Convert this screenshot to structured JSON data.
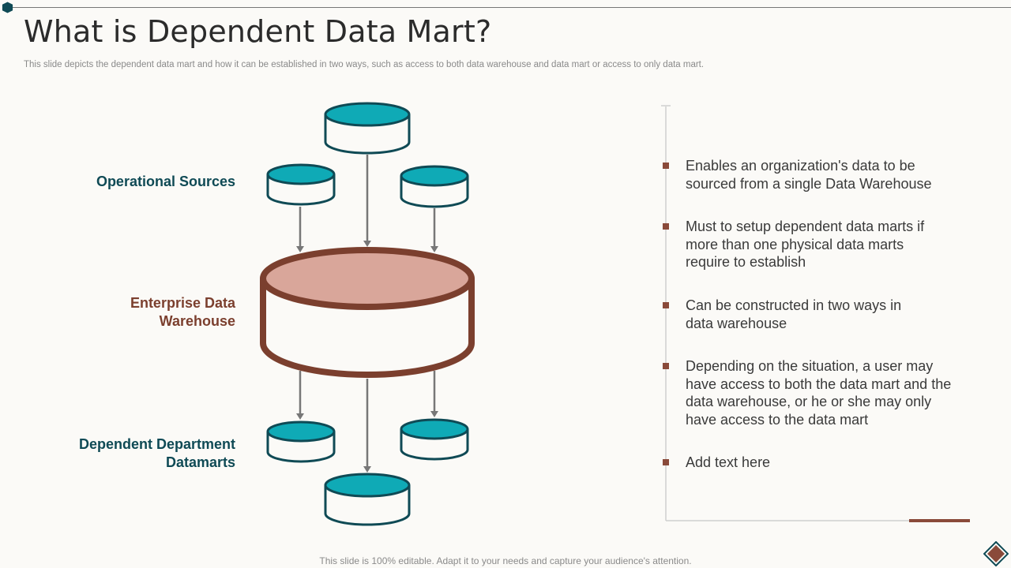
{
  "header": {
    "title": "What is Dependent Data Mart?",
    "subtitle": "This slide depicts the dependent data mart and how it can be established in two ways, such as access to both data warehouse and data mart or access to only data mart."
  },
  "diagram": {
    "labels": {
      "operational_sources": [
        "Operational Sources"
      ],
      "warehouse": [
        "Enterprise Data",
        "Warehouse"
      ],
      "datamarts": [
        "Dependent Department",
        "Datamarts"
      ]
    },
    "colors": {
      "teal": "#0faab6",
      "dark_teal": "#0f4a55",
      "brown": "#7b3f2e",
      "warehouse_top": "#d9a69a"
    }
  },
  "bullets": [
    {
      "text": [
        "Enables an organization's data to be",
        "sourced from a single Data Warehouse"
      ]
    },
    {
      "text": [
        "Must to setup dependent data marts if",
        "more than one physical data marts",
        "require to establish"
      ]
    },
    {
      "text": [
        "Can be constructed in two ways in",
        "data warehouse"
      ]
    },
    {
      "text": [
        "Depending on the situation, a user may",
        "have access to both the data mart and the",
        "data warehouse, or he or she may only",
        "have access to the data mart"
      ]
    },
    {
      "text": [
        "Add text here"
      ]
    }
  ],
  "footer": "This slide is 100% editable. Adapt it to your needs and capture your audience's attention."
}
